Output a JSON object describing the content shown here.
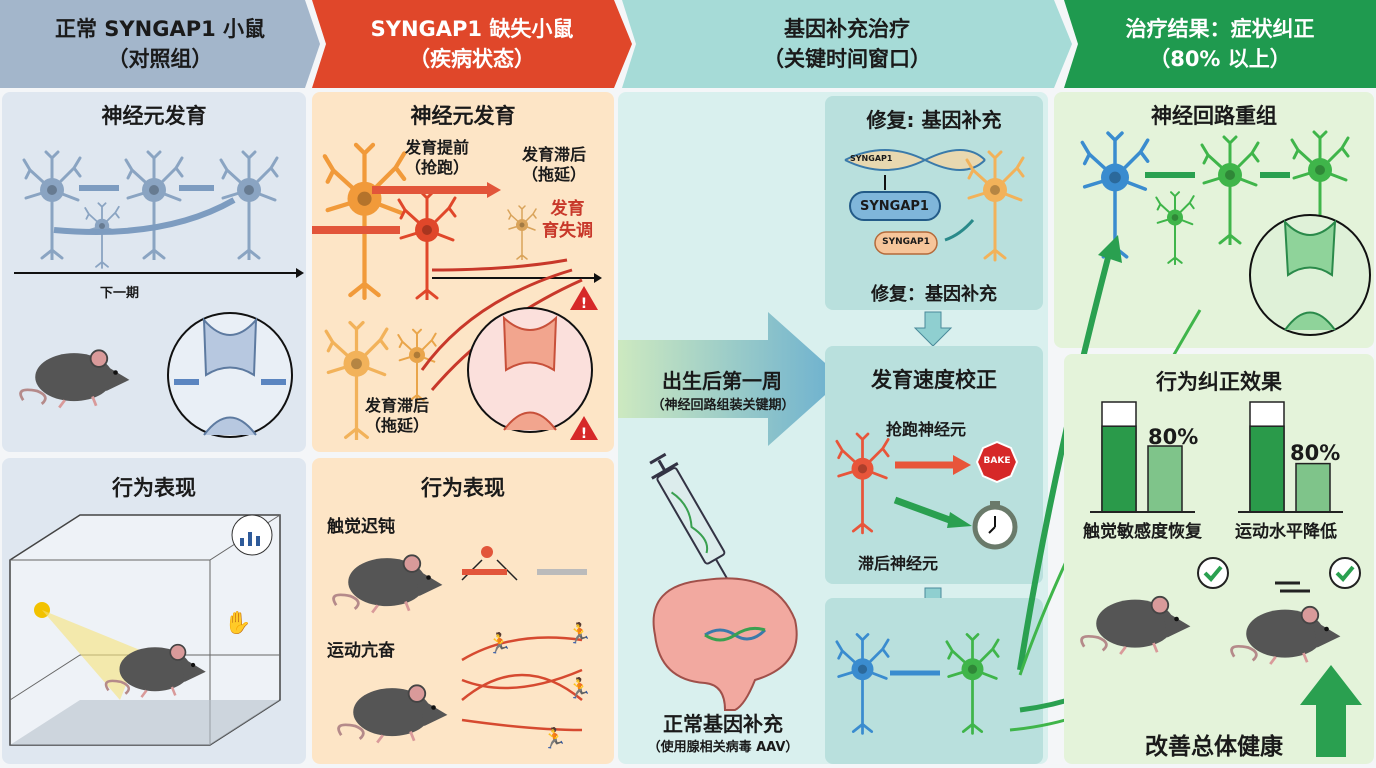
{
  "headers": [
    {
      "title": "正常 SYNGAP1 小鼠",
      "subtitle": "（对照组）"
    },
    {
      "title": "SYNGAP1 缺失小鼠",
      "subtitle": "（疾病状态）"
    },
    {
      "title": "基因补充治疗",
      "subtitle": "（关键时间窗口）"
    },
    {
      "title": "治疗结果：症状纠正",
      "subtitle": "（80% 以上）"
    }
  ],
  "col1": {
    "dev_title": "神经元发育",
    "timeline_label": "下一期",
    "behavior_title": "行为表现"
  },
  "col2": {
    "dev_title": "神经元发育",
    "early_label": "发育提前",
    "early_sub": "（抢跑）",
    "late_label_top": "发育滞后",
    "late_sub_top": "（拖延）",
    "dysreg_1": "发育",
    "dysreg_2": "育失调",
    "late_label_bottom": "发育滞后",
    "late_sub_bottom": "（拖延）",
    "behavior_title": "行为表现",
    "touch_label": "触觉迟钝",
    "motor_label": "运动亢奋"
  },
  "col3": {
    "repair_title": "修复: 基因补充",
    "gene_tag": "SYNGAP1",
    "gene_box": "SYNGAP1",
    "protein": "SYNGAP1",
    "repair_caption": "修复：基因补充",
    "window_title": "出生后第一周",
    "window_sub": "（神经回路组装关键期）",
    "speed_title": "发育速度校正",
    "fast_neuron": "抢跑神经元",
    "brake_sign": "BAKE",
    "slow_neuron": "滞后神经元",
    "injection_title": "正常基因补充",
    "injection_sub": "（使用腺相关病毒 AAV）"
  },
  "col4": {
    "circuit_title": "神经回路重组",
    "behavior_title": "行为纠正效果",
    "chart1": {
      "label": "触觉敏感度恢复",
      "value_label": "80%",
      "value": 80
    },
    "chart2": {
      "label": "运动水平降低",
      "value_label": "80%",
      "value": 80
    },
    "health_label": "改善总体健康"
  },
  "colors": {
    "normal": "#a3b6cb",
    "disease": "#e0472a",
    "therapy": "#a6dbd7",
    "result": "#1f9a4f"
  }
}
